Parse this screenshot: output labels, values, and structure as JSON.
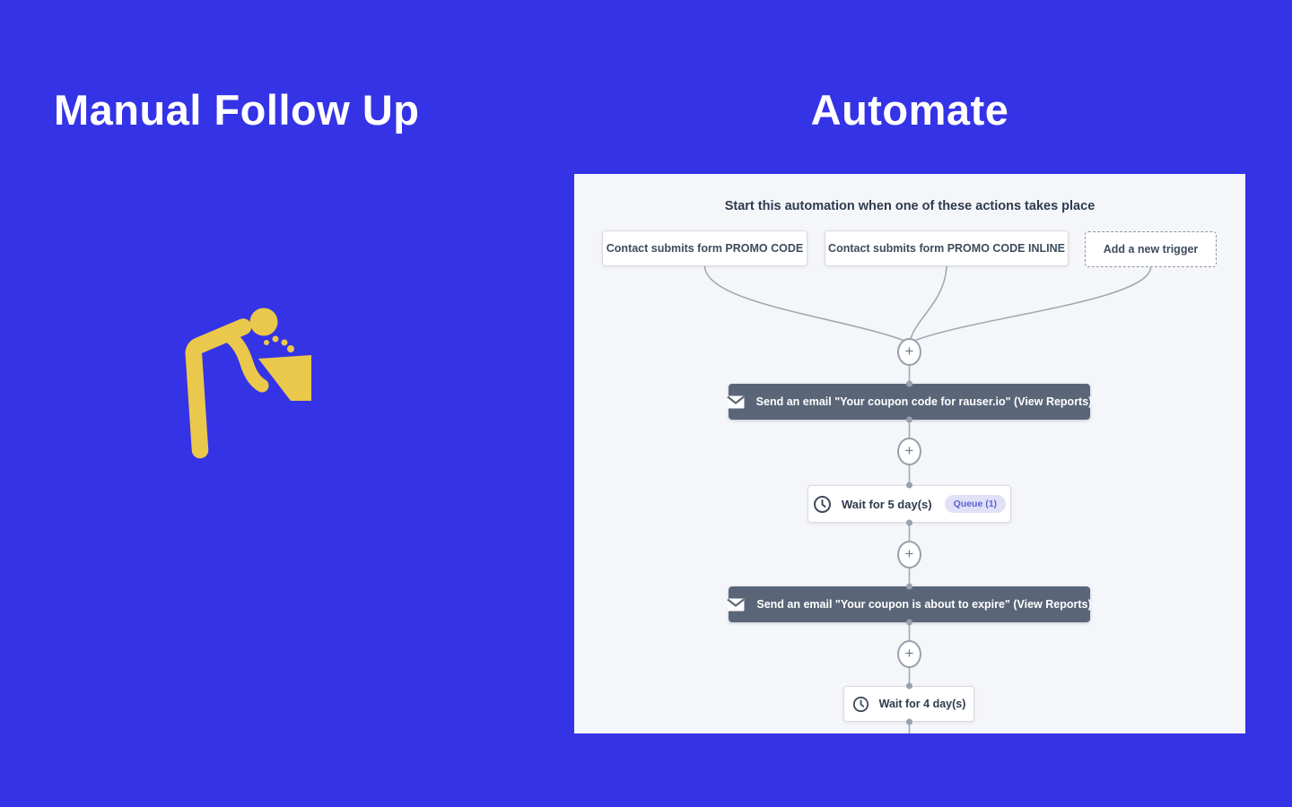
{
  "page": {
    "background_color": "#3533e6",
    "left_section": {
      "title": "Manual Follow Up",
      "icon": "drinking-fountain-icon",
      "icon_color": "#eac84b"
    },
    "right_section": {
      "title": "Automate"
    }
  },
  "automation_panel": {
    "background_color": "#f5f6fa",
    "header": "Start this automation when one of these actions takes place",
    "add_node_label": "+",
    "triggers": [
      {
        "label": "Contact submits form PROMO CODE",
        "variant": "solid"
      },
      {
        "label": "Contact submits form PROMO CODE INLINE",
        "variant": "solid"
      },
      {
        "label": "Add a new trigger",
        "variant": "dashed"
      }
    ],
    "steps": [
      {
        "type": "email",
        "icon": "envelope-icon",
        "color": "#5a6678",
        "label": "Send an email \"Your coupon code for rauser.io\" (View Reports)"
      },
      {
        "type": "wait",
        "icon": "clock-icon",
        "label": "Wait for 5 day(s)",
        "badge": "Queue (1)",
        "badge_bg": "#e0e1f6",
        "badge_color": "#5e5ed2"
      },
      {
        "type": "email",
        "icon": "envelope-icon",
        "color": "#5a6678",
        "label": "Send an email \"Your coupon is about to expire\" (View Reports)"
      },
      {
        "type": "wait",
        "icon": "clock-icon",
        "label": "Wait for 4 day(s)"
      }
    ],
    "connector_color": "#a3a9b1"
  }
}
